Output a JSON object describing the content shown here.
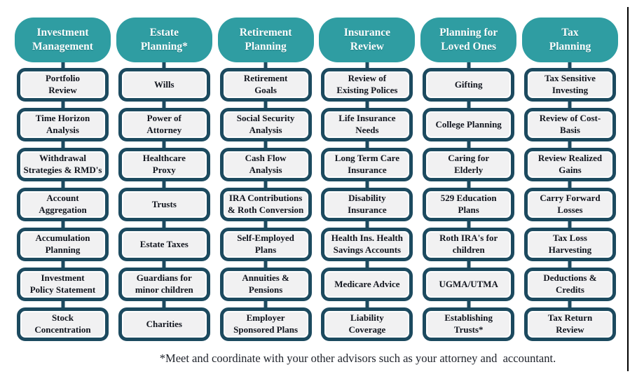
{
  "diagram": {
    "title": "Financial planning services diagram",
    "colors": {
      "header_fill": "#2f9da2",
      "header_text": "#fafdfd",
      "box_border": "#1c4a5f",
      "box_fill": "#f1f1f2",
      "box_text": "#12161f",
      "connector": "#1c4a5f",
      "page_edge_line": "#000000"
    },
    "columns": [
      {
        "header": "Investment\nManagement",
        "items": [
          "Portfolio\nReview",
          "Time Horizon\nAnalysis",
          "Withdrawal\nStrategies & RMD's",
          "Account\nAggregation",
          "Accumulation\nPlanning",
          "Investment\nPolicy Statement",
          "Stock\nConcentration"
        ]
      },
      {
        "header": "Estate\nPlanning*",
        "items": [
          "Wills",
          "Power of\nAttorney",
          "Healthcare\nProxy",
          "Trusts",
          "Estate Taxes",
          "Guardians for\nminor children",
          "Charities"
        ]
      },
      {
        "header": "Retirement\nPlanning",
        "items": [
          "Retirement\nGoals",
          "Social Security\nAnalysis",
          "Cash Flow\nAnalysis",
          "IRA Contributions\n& Roth Conversion",
          "Self-Employed\nPlans",
          "Annuities &\nPensions",
          "Employer\nSponsored Plans"
        ]
      },
      {
        "header": "Insurance\nReview",
        "items": [
          "Review of\nExisting Polices",
          "Life Insurance\nNeeds",
          "Long Term Care\nInsurance",
          "Disability\nInsurance",
          "Health Ins. Health\nSavings Accounts",
          "Medicare Advice",
          "Liability\nCoverage"
        ]
      },
      {
        "header": "Planning for\nLoved Ones",
        "items": [
          "Gifting",
          "College Planning",
          "Caring for\nElderly",
          "529 Education\nPlans",
          "Roth IRA's for\nchildren",
          "UGMA/UTMA",
          "Establishing\nTrusts*"
        ]
      },
      {
        "header": "Tax\nPlanning",
        "items": [
          "Tax Sensitive\nInvesting",
          "Review of Cost-\nBasis",
          "Review Realized\nGains",
          "Carry Forward\nLosses",
          "Tax Loss\nHarvesting",
          "Deductions &\nCredits",
          "Tax Return\nReview"
        ]
      }
    ],
    "footnote": "*Meet and coordinate with your other advisors such as your attorney and  accountant."
  }
}
